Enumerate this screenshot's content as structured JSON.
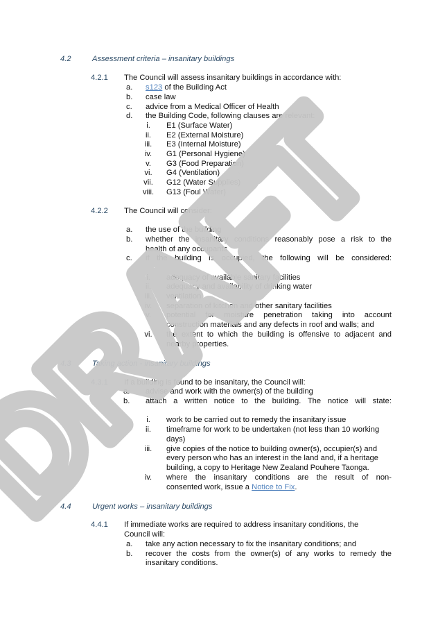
{
  "section_4_2": {
    "number": "4.2",
    "title": "Assessment criteria – insanitary buildings",
    "clause_4_2_1": {
      "number": "4.2.1",
      "text": "The Council will assess insanitary buildings in accordance with:",
      "items": [
        {
          "marker": "a.",
          "link": "s123",
          "text": " of the Building Act"
        },
        {
          "marker": "b.",
          "text": "case law"
        },
        {
          "marker": "c.",
          "text": "advice from a Medical Officer of Health"
        },
        {
          "marker": "d.",
          "text": "the Building Code, following clauses are relevant:"
        }
      ],
      "subitems": [
        {
          "marker": "i.",
          "text": "E1 (Surface Water)"
        },
        {
          "marker": "ii.",
          "text": "E2 (External Moisture)"
        },
        {
          "marker": "iii.",
          "text": "E3 (Internal Moisture)"
        },
        {
          "marker": "iv.",
          "text": "G1 (Personal Hygiene)"
        },
        {
          "marker": "v.",
          "text": "G3 (Food Preparation)"
        },
        {
          "marker": "vi.",
          "text": "G4 (Ventilation)"
        },
        {
          "marker": "vii.",
          "text": "G12 (Water Supplies)"
        },
        {
          "marker": "viii.",
          "text": "G13 (Foul Water)"
        }
      ]
    },
    "clause_4_2_2": {
      "number": "4.2.2",
      "text": "The Council will consider:",
      "items": [
        {
          "marker": "a.",
          "text": "the use of the building"
        },
        {
          "marker": "b.",
          "line1": "whether the insanitary conditions reasonably pose a risk to the",
          "line2": "health of any occupants"
        },
        {
          "marker": "c.",
          "text": "if the building is occupied, the following will be considered:"
        }
      ],
      "subitems": [
        {
          "marker": "i.",
          "text": "adequacy of available sanitary facilities"
        },
        {
          "marker": "ii.",
          "text": "adequacy and availability of drinking water"
        },
        {
          "marker": "iii.",
          "text": "ventilation"
        },
        {
          "marker": "iv.",
          "text": "separation of kitchen and other sanitary facilities"
        },
        {
          "marker": "v.",
          "line1": "potential for moisture penetration taking into account",
          "line2": "construction materials and any defects in roof and walls; and"
        },
        {
          "marker": "vi.",
          "line1": "the extent to which the building is offensive to adjacent and",
          "line2": "nearby properties."
        }
      ]
    }
  },
  "section_4_3": {
    "number": "4.3",
    "title": "Taking action - insanitary buildings",
    "clause_4_3_1": {
      "number": "4.3.1",
      "text": "If a building is found to be insanitary, the Council will:",
      "items": [
        {
          "marker": "a.",
          "text": "advise and work with the owner(s) of the building"
        },
        {
          "marker": "b.",
          "text": "attach a written notice to the building. The notice will state:"
        }
      ],
      "subitems": [
        {
          "marker": "i.",
          "text": "work to be carried out to remedy the insanitary issue"
        },
        {
          "marker": "ii.",
          "line1": "timeframe for work to be undertaken (not less than 10 working",
          "line2": "days)"
        },
        {
          "marker": "iii.",
          "line1": "give copies of the notice to building owner(s), occupier(s) and",
          "line2": "every person who has an interest in the land and, if a heritage",
          "line3": "building, a copy to Heritage New Zealand Pouhere Taonga."
        },
        {
          "marker": "iv.",
          "line1": "where the insanitary conditions are the result of non-",
          "line2_pre": "consented work, issue a ",
          "line2_link": "Notice to Fix",
          "line2_post": "."
        }
      ]
    }
  },
  "section_4_4": {
    "number": "4.4",
    "title": "Urgent works – insanitary buildings",
    "clause_4_4_1": {
      "number": "4.4.1",
      "line1": "If immediate works are required to address insanitary conditions, the",
      "line2": "Council will:",
      "items": [
        {
          "marker": "a.",
          "text": "take any action necessary to fix the insanitary conditions; and"
        },
        {
          "marker": "b.",
          "line1": "recover the costs from the owner(s) of any works to remedy the",
          "line2": "insanitary conditions."
        }
      ]
    }
  },
  "watermark": {
    "text": "DRAFT",
    "color": "#c8c8c8"
  }
}
